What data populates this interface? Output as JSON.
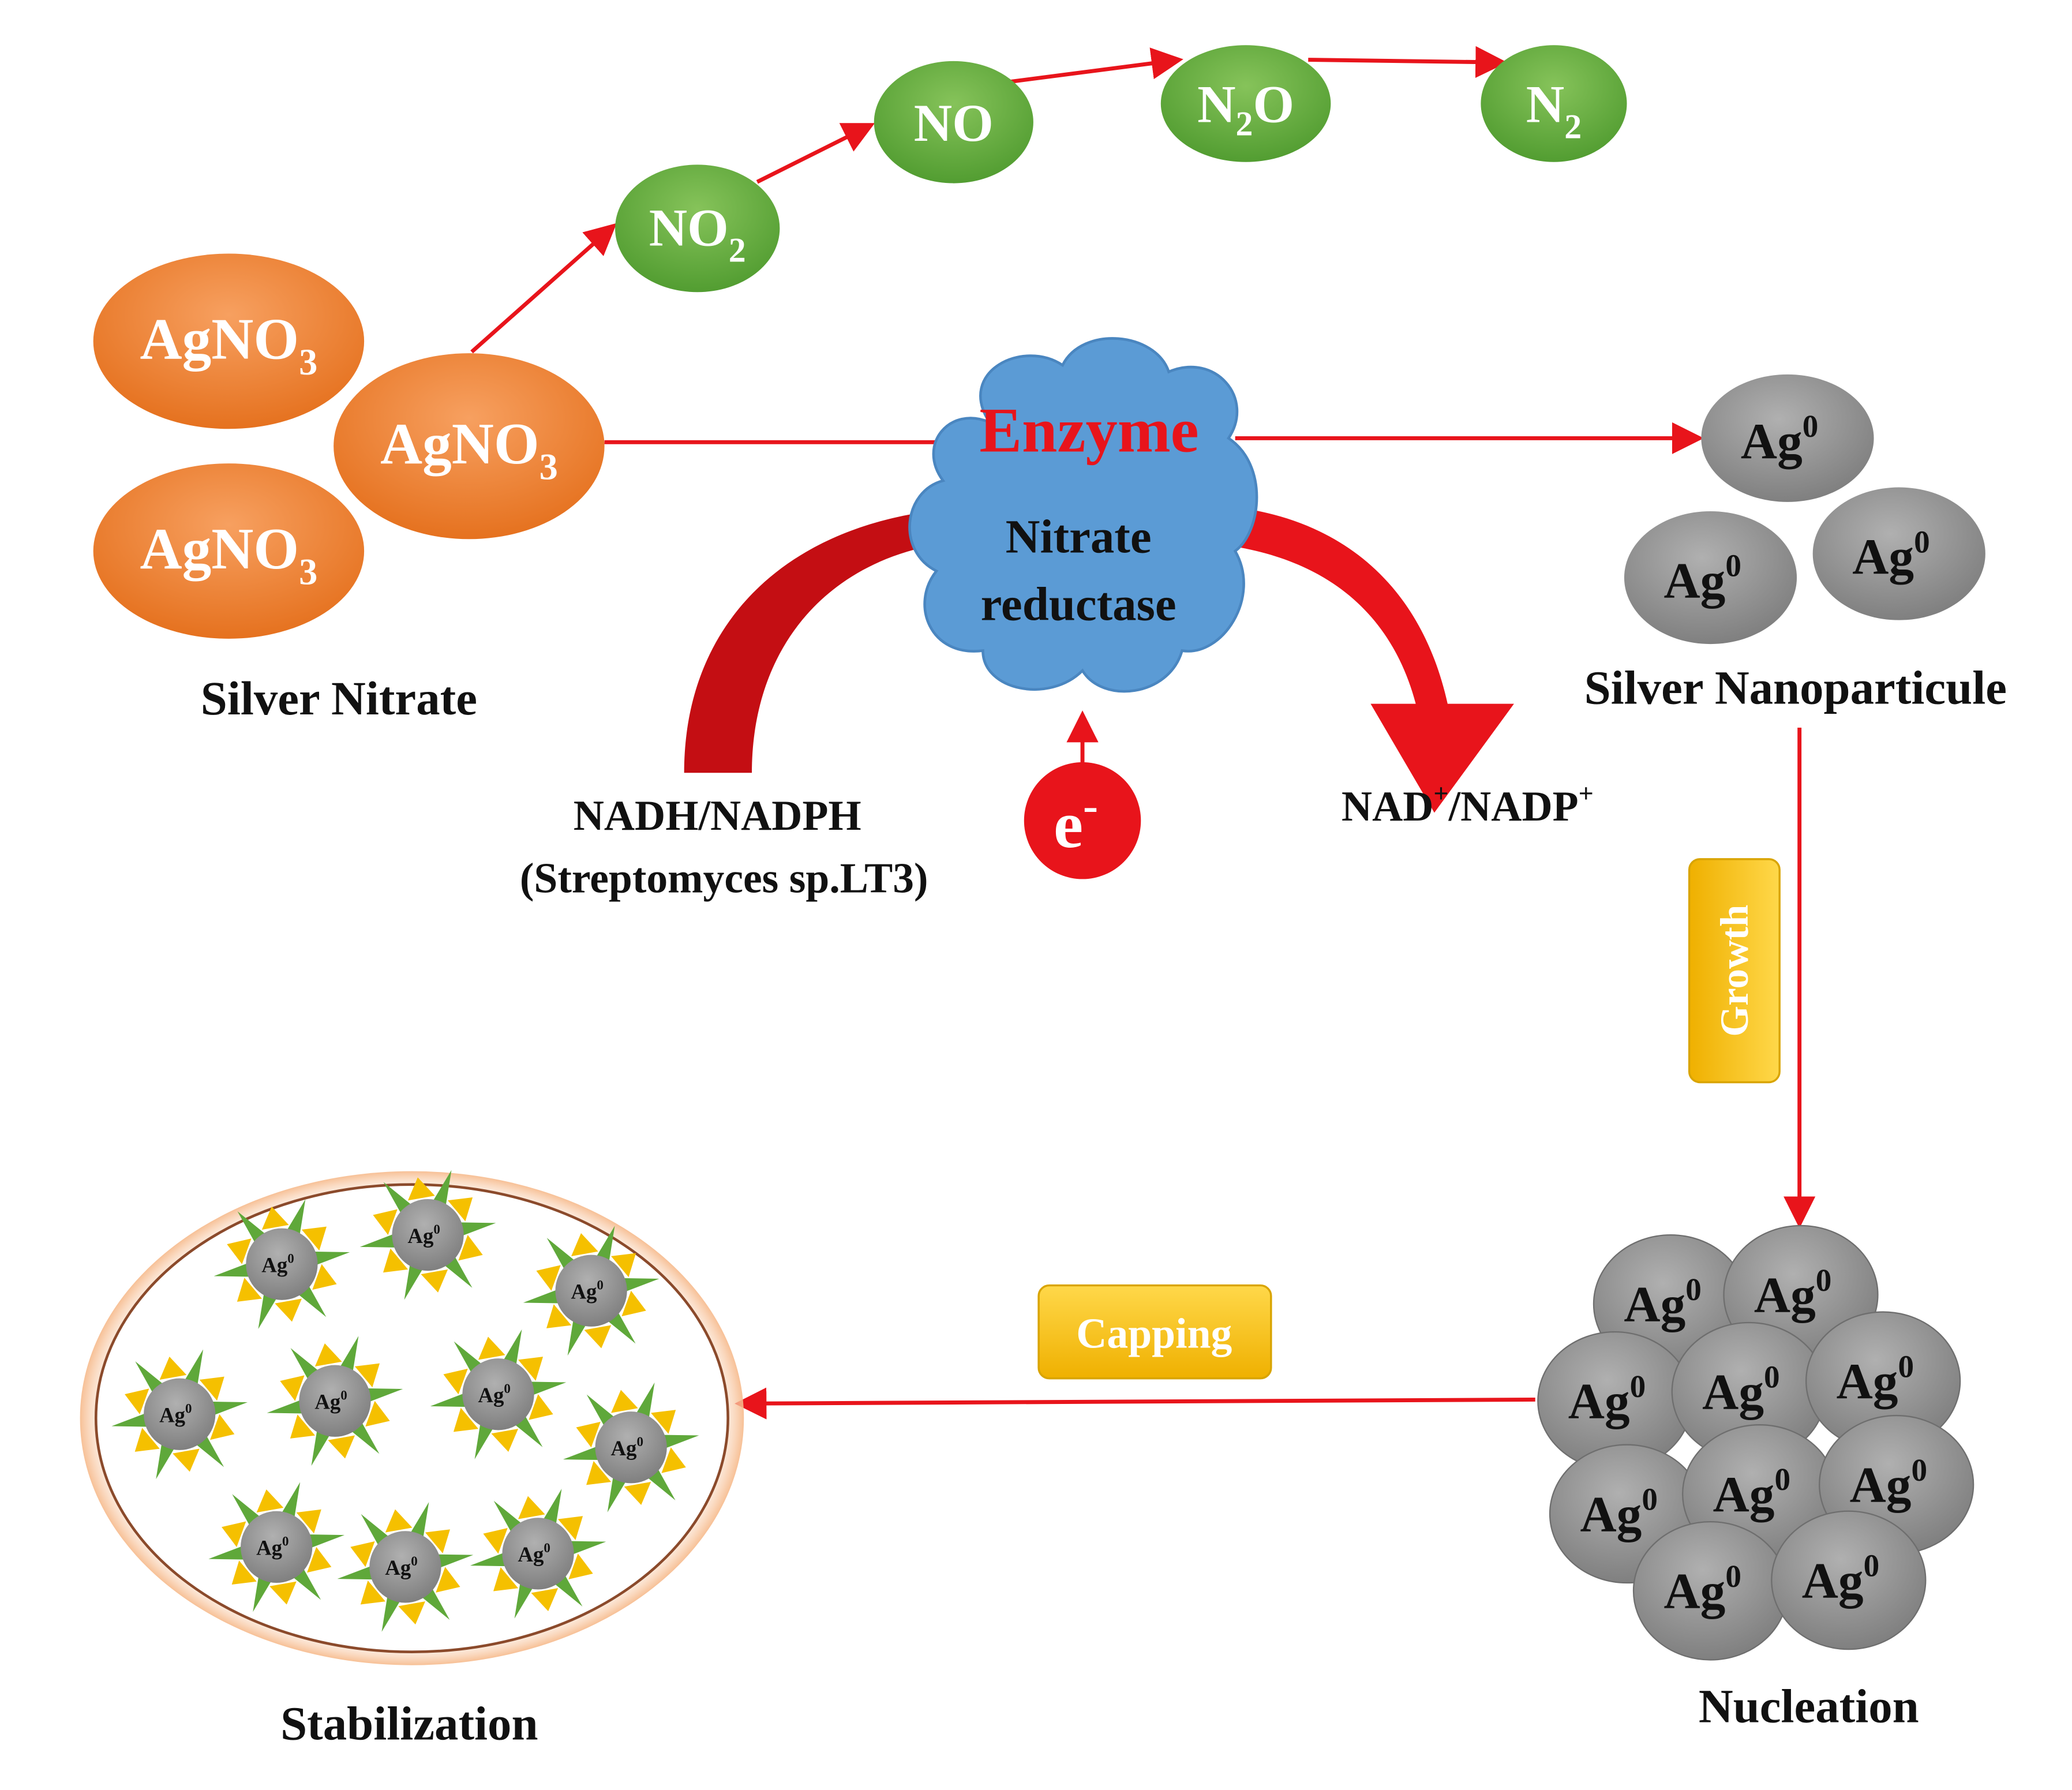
{
  "silver_nitrate": {
    "label": "Silver Nitrate",
    "molecule": {
      "base": "AgNO",
      "sub": "3"
    },
    "color": "#EE7A22"
  },
  "nitrogen_pathway": [
    {
      "base": "NO",
      "sub": "2"
    },
    {
      "base": "NO",
      "sub": ""
    },
    {
      "base": "N",
      "sub": "2",
      "tail": "O"
    },
    {
      "base": "N",
      "sub": "2"
    }
  ],
  "nitrogen_color": "#5FA83A",
  "enzyme": {
    "title": "Enzyme",
    "line1": "Nitrate",
    "line2": "reductase",
    "cloud_color": "#5B9BD5",
    "title_color": "#E8141B"
  },
  "cofactor_in": {
    "line1": "NADH/NADPH",
    "line2": "(Streptomyces sp.LT3)"
  },
  "cofactor_out": {
    "p1": "NAD",
    "sup1": "+",
    "p2": "/NADP",
    "sup2": "+"
  },
  "electron": {
    "base": "e",
    "sup": "-"
  },
  "nanoparticle": {
    "base": "Ag",
    "sup": "0",
    "color": "#8C8C8C"
  },
  "stages": {
    "silver_nanoparticle": "Silver Nanoparticule",
    "growth": "Growth",
    "nucleation": "Nucleation",
    "capping": "Capping",
    "stabilization": "Stabilization"
  },
  "arrow_color": "#E8141B",
  "tag_color": "#F5C000"
}
